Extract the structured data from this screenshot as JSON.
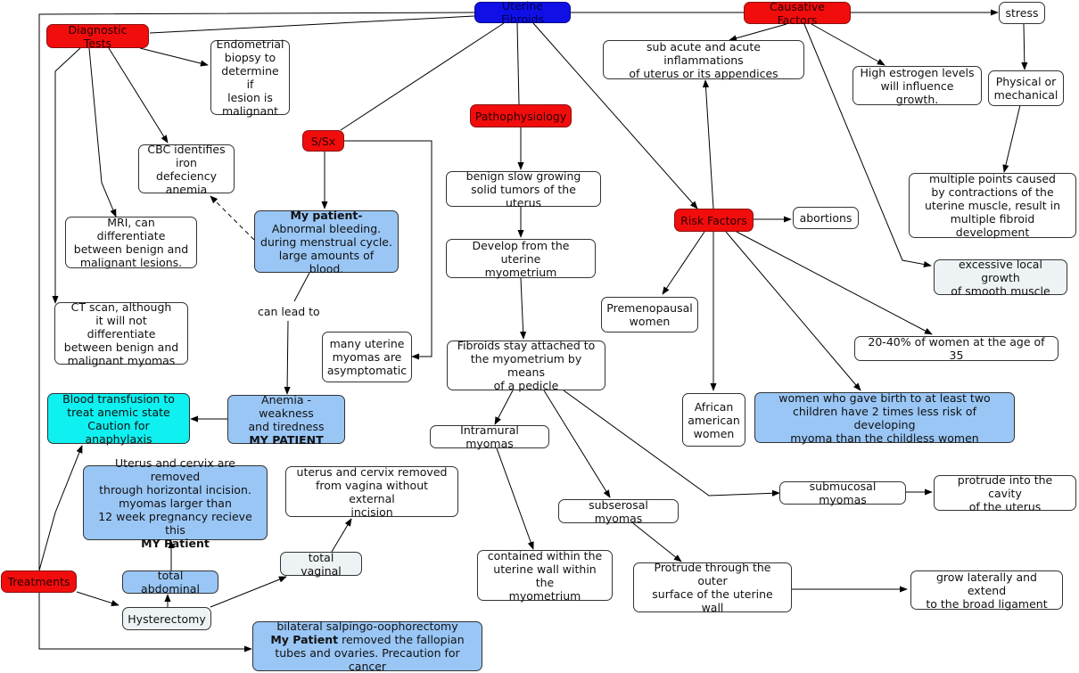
{
  "nodes": {
    "uterine_fibroids": [
      "Uterine Fibroids"
    ],
    "diagnostic_tests": [
      "Diagnostic Tests"
    ],
    "causative_factors": [
      "Causative Factors"
    ],
    "stress": [
      "stress"
    ],
    "inflammations": [
      "sub acute and acute inflammations",
      "of uterus or its appendices"
    ],
    "high_estrogen": [
      "High estrogen levels",
      "will influence growth."
    ],
    "physical_mechanical": [
      "Physical or",
      "mechanical"
    ],
    "endometrial_biopsy": [
      "Endometrial",
      "biopsy to",
      "determine if",
      "lesion is",
      "malignant"
    ],
    "cbc": [
      "CBC identifies",
      "iron defeciency",
      "anemia"
    ],
    "ssx": [
      "S/Sx"
    ],
    "pathophysiology": [
      "Pathophysiology"
    ],
    "benign_tumors": [
      "benign slow growing",
      "solid tumors of the uterus"
    ],
    "multiple_points": [
      "multiple points caused",
      "by contractions of the",
      "uterine muscle, result in",
      "multiple fibroid development"
    ],
    "risk_factors": [
      "Risk Factors"
    ],
    "abortions": [
      "abortions"
    ],
    "mri": [
      "MRI, can differentiate",
      "between benign and",
      "malignant lesions."
    ],
    "my_patient_bleeding": [
      "My patient-",
      "Abnormal bleeding.",
      "during menstrual cycle.",
      "large amounts of blood."
    ],
    "develop_myometrium": [
      "Develop from the uterine",
      "myometrium"
    ],
    "excessive_growth": [
      "excessive local growth",
      "of smooth muscle"
    ],
    "premenopausal": [
      "Premenopausal",
      "women"
    ],
    "ct_scan": [
      "CT scan, although",
      "it will not differentiate",
      "between benign and",
      "malignant myomas"
    ],
    "asymptomatic": [
      "many uterine",
      "myomas are",
      "asymptomatic"
    ],
    "pedicle": [
      "Fibroids stay attached to",
      "the myometrium by means",
      "of a pedicle"
    ],
    "twenty_forty": [
      "20-40% of women at the age of 35"
    ],
    "blood_transfusion": [
      "Blood transfusion to",
      "treat anemic state",
      "Caution for anaphylaxis"
    ],
    "anemia": [
      "Anemia - weakness",
      "and tiredness",
      "MY PATIENT"
    ],
    "intramural": [
      "Intramural myomas"
    ],
    "african_american": [
      "African",
      "american",
      "women"
    ],
    "gave_birth": [
      "women who gave birth to at least two",
      "children have 2 times less risk of developing",
      "myoma than the childless women"
    ],
    "abdominal_desc": [
      "Uterus and cervix are removed",
      "through horizontal incision.",
      "myomas larger than",
      "12 week pregnancy recieve this",
      "MY Patient"
    ],
    "vaginal_desc": [
      "uterus and cervix removed",
      "from vagina without external",
      "incision"
    ],
    "submucosal": [
      "submucosal myomas"
    ],
    "protrude_cavity": [
      "protrude into the cavity",
      "of the uterus"
    ],
    "subserosal": [
      "subserosal myomas"
    ],
    "contained": [
      "contained within the",
      "uterine wall within the",
      "myometrium"
    ],
    "total_vaginal": [
      "total vaginal"
    ],
    "treatments": [
      "Treatments"
    ],
    "total_abdominal": [
      "total abdominal"
    ],
    "protrude_outer": [
      "Protrude through the outer",
      "surface of the uterine",
      "wall"
    ],
    "grow_laterally": [
      "grow laterally and extend",
      "to the broad ligament"
    ],
    "hysterectomy": [
      "Hysterectomy"
    ],
    "salpingo": [
      "bilateral salpingo-oophorectomy",
      "My Patient removed the fallopian",
      "tubes and ovaries. Precaution for cancer"
    ]
  },
  "labels": {
    "can_lead_to": "can lead to"
  }
}
